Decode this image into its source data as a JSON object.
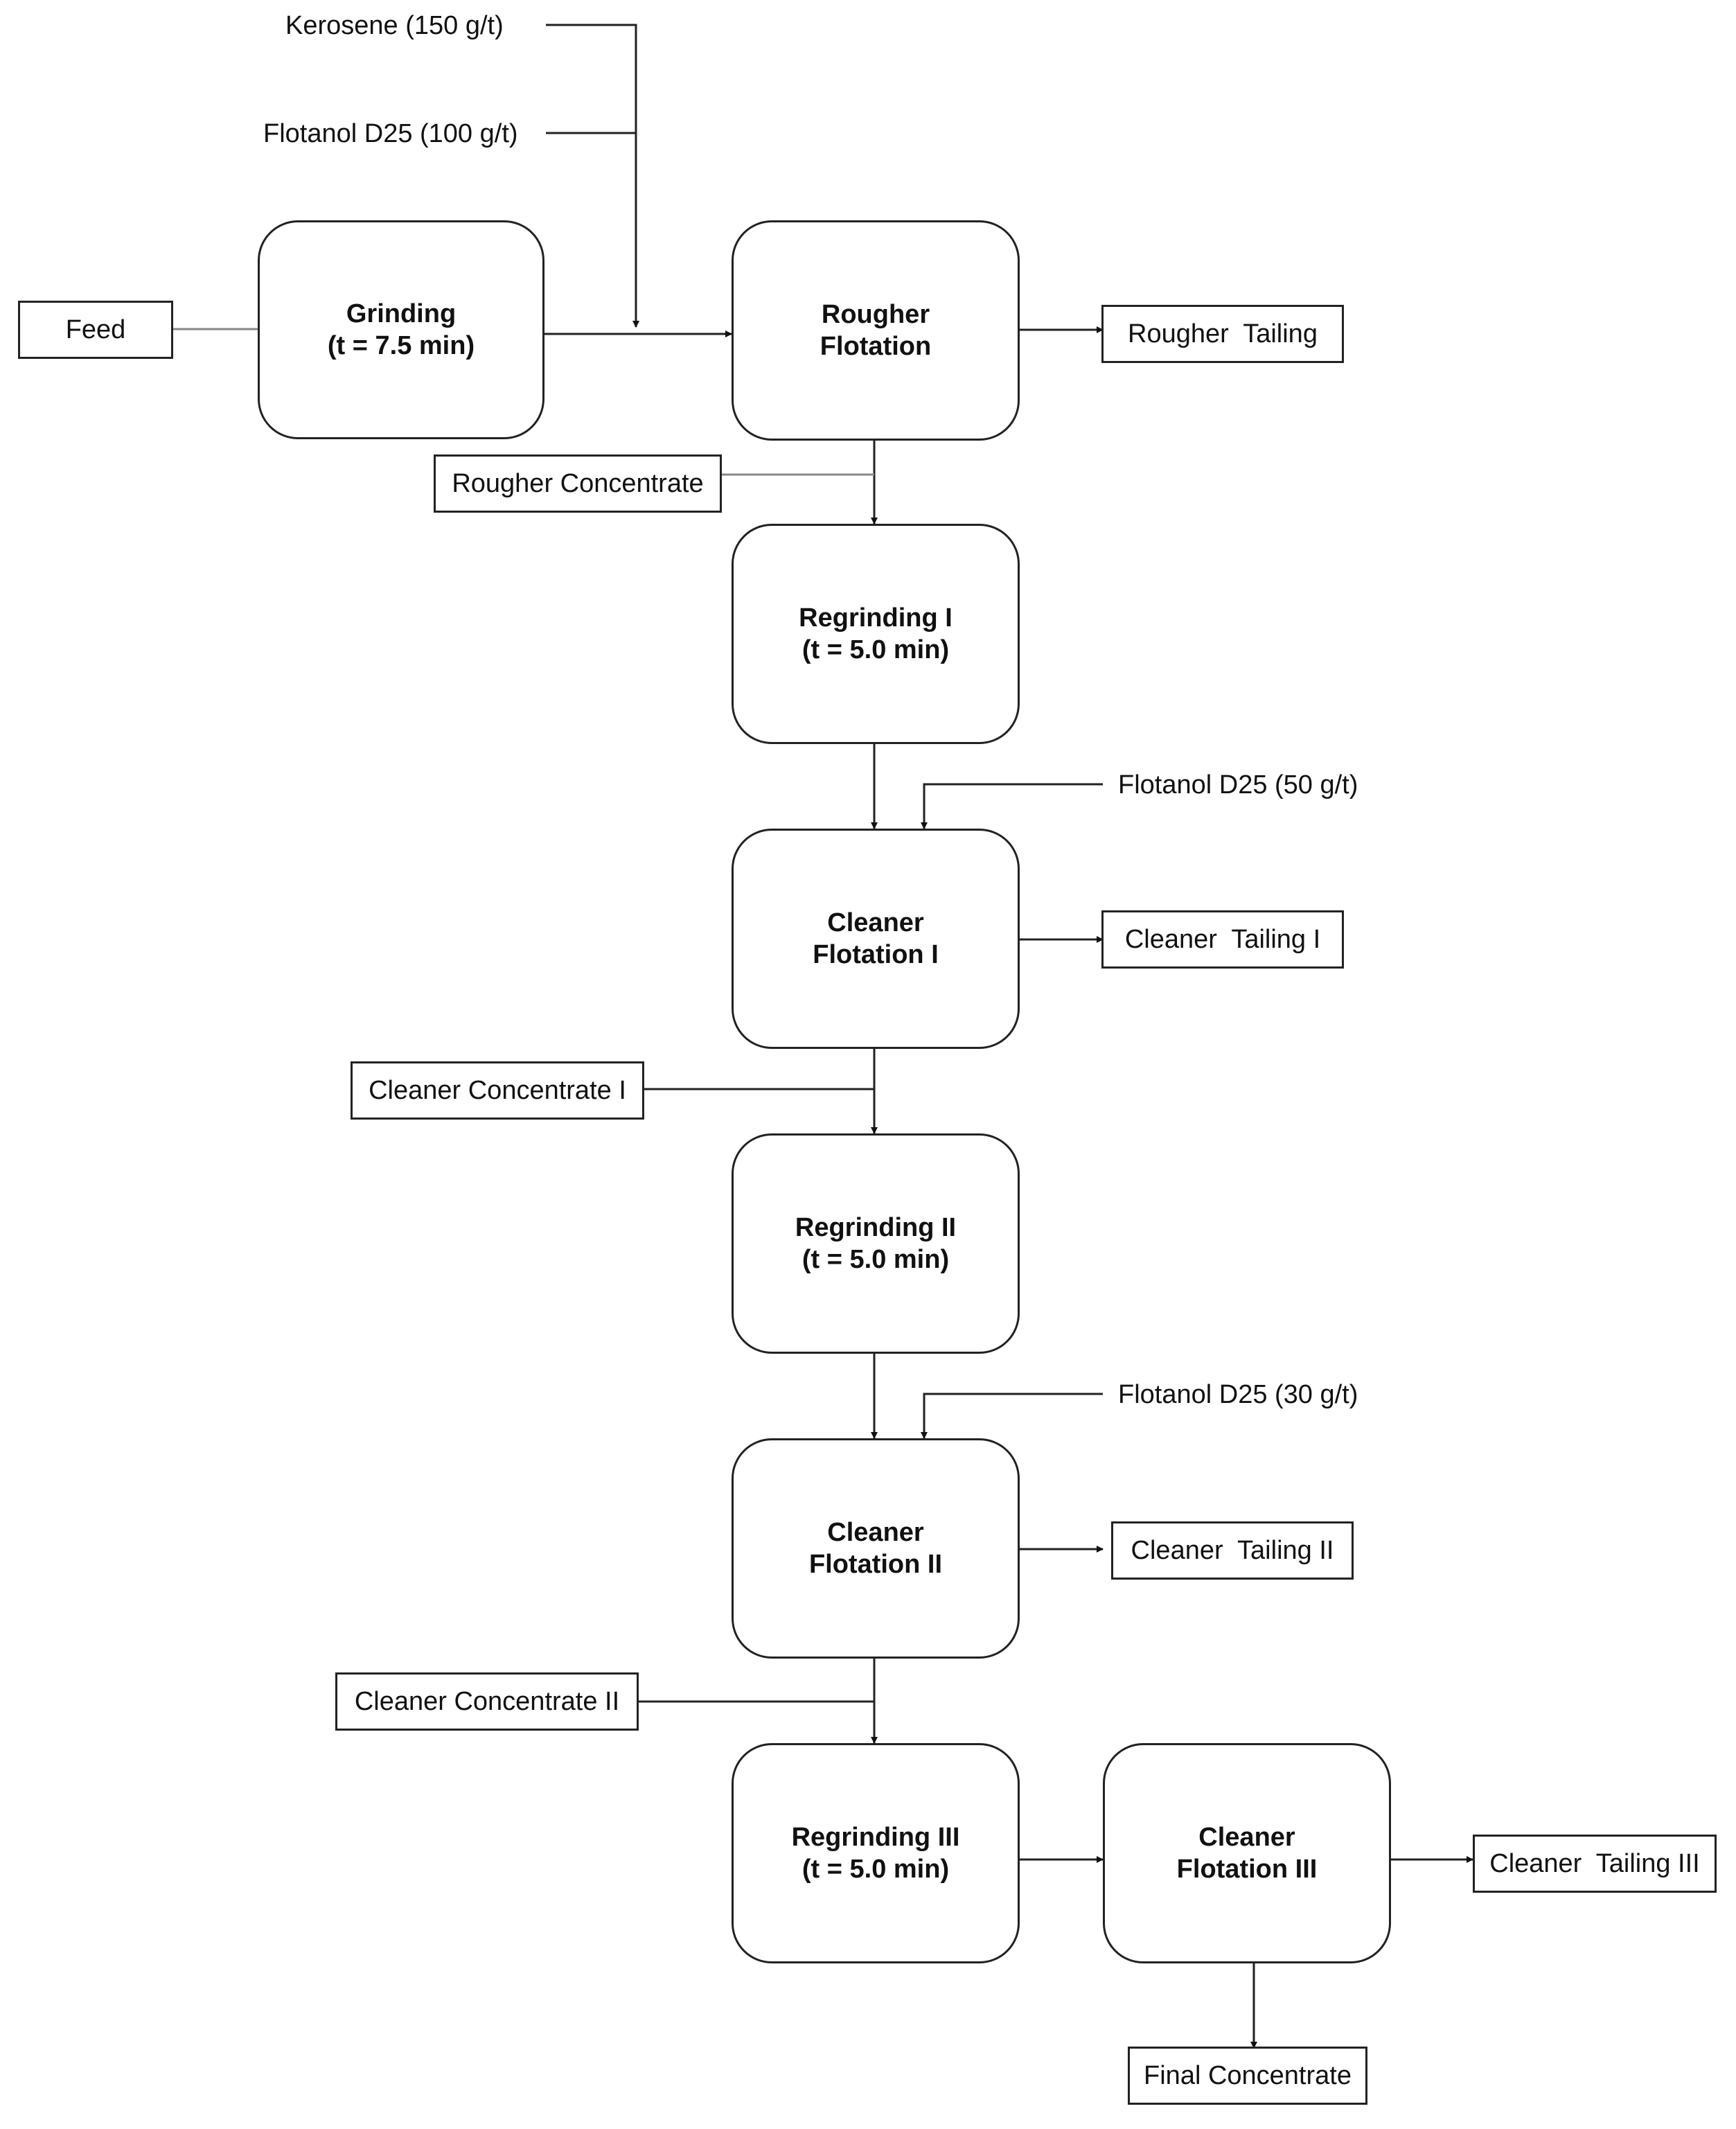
{
  "reagents": {
    "kerosene": "Kerosene (150 g/t)",
    "flotanol_rougher": "Flotanol D25 (100 g/t)",
    "flotanol_cleaner1": "Flotanol D25 (50 g/t)",
    "flotanol_cleaner2": "Flotanol D25 (30 g/t)"
  },
  "stages": {
    "grinding": {
      "name": "Grinding",
      "time": "(t = 7.5 min)"
    },
    "rougher_flotation": {
      "name": "Rougher",
      "sub": "Flotation"
    },
    "regrinding1": {
      "name": "Regrinding I",
      "time": "(t = 5.0 min)"
    },
    "cleaner_flotation1": {
      "name": "Cleaner",
      "sub": "Flotation I"
    },
    "regrinding2": {
      "name": "Regrinding II",
      "time": "(t = 5.0 min)"
    },
    "cleaner_flotation2": {
      "name": "Cleaner",
      "sub": "Flotation II"
    },
    "regrinding3": {
      "name": "Regrinding III",
      "time": "(t = 5.0 min)"
    },
    "cleaner_flotation3": {
      "name": "Cleaner",
      "sub": "Flotation III"
    }
  },
  "streams": {
    "feed": "Feed",
    "rougher_tailing": "Rougher  Tailing",
    "rougher_concentrate": "Rougher Concentrate",
    "cleaner_tailing1": "Cleaner  Tailing I",
    "cleaner_concentrate1": "Cleaner Concentrate I",
    "cleaner_tailing2": "Cleaner  Tailing II",
    "cleaner_concentrate2": "Cleaner Concentrate II",
    "cleaner_tailing3": "Cleaner  Tailing III",
    "final_concentrate": "Final Concentrate"
  }
}
